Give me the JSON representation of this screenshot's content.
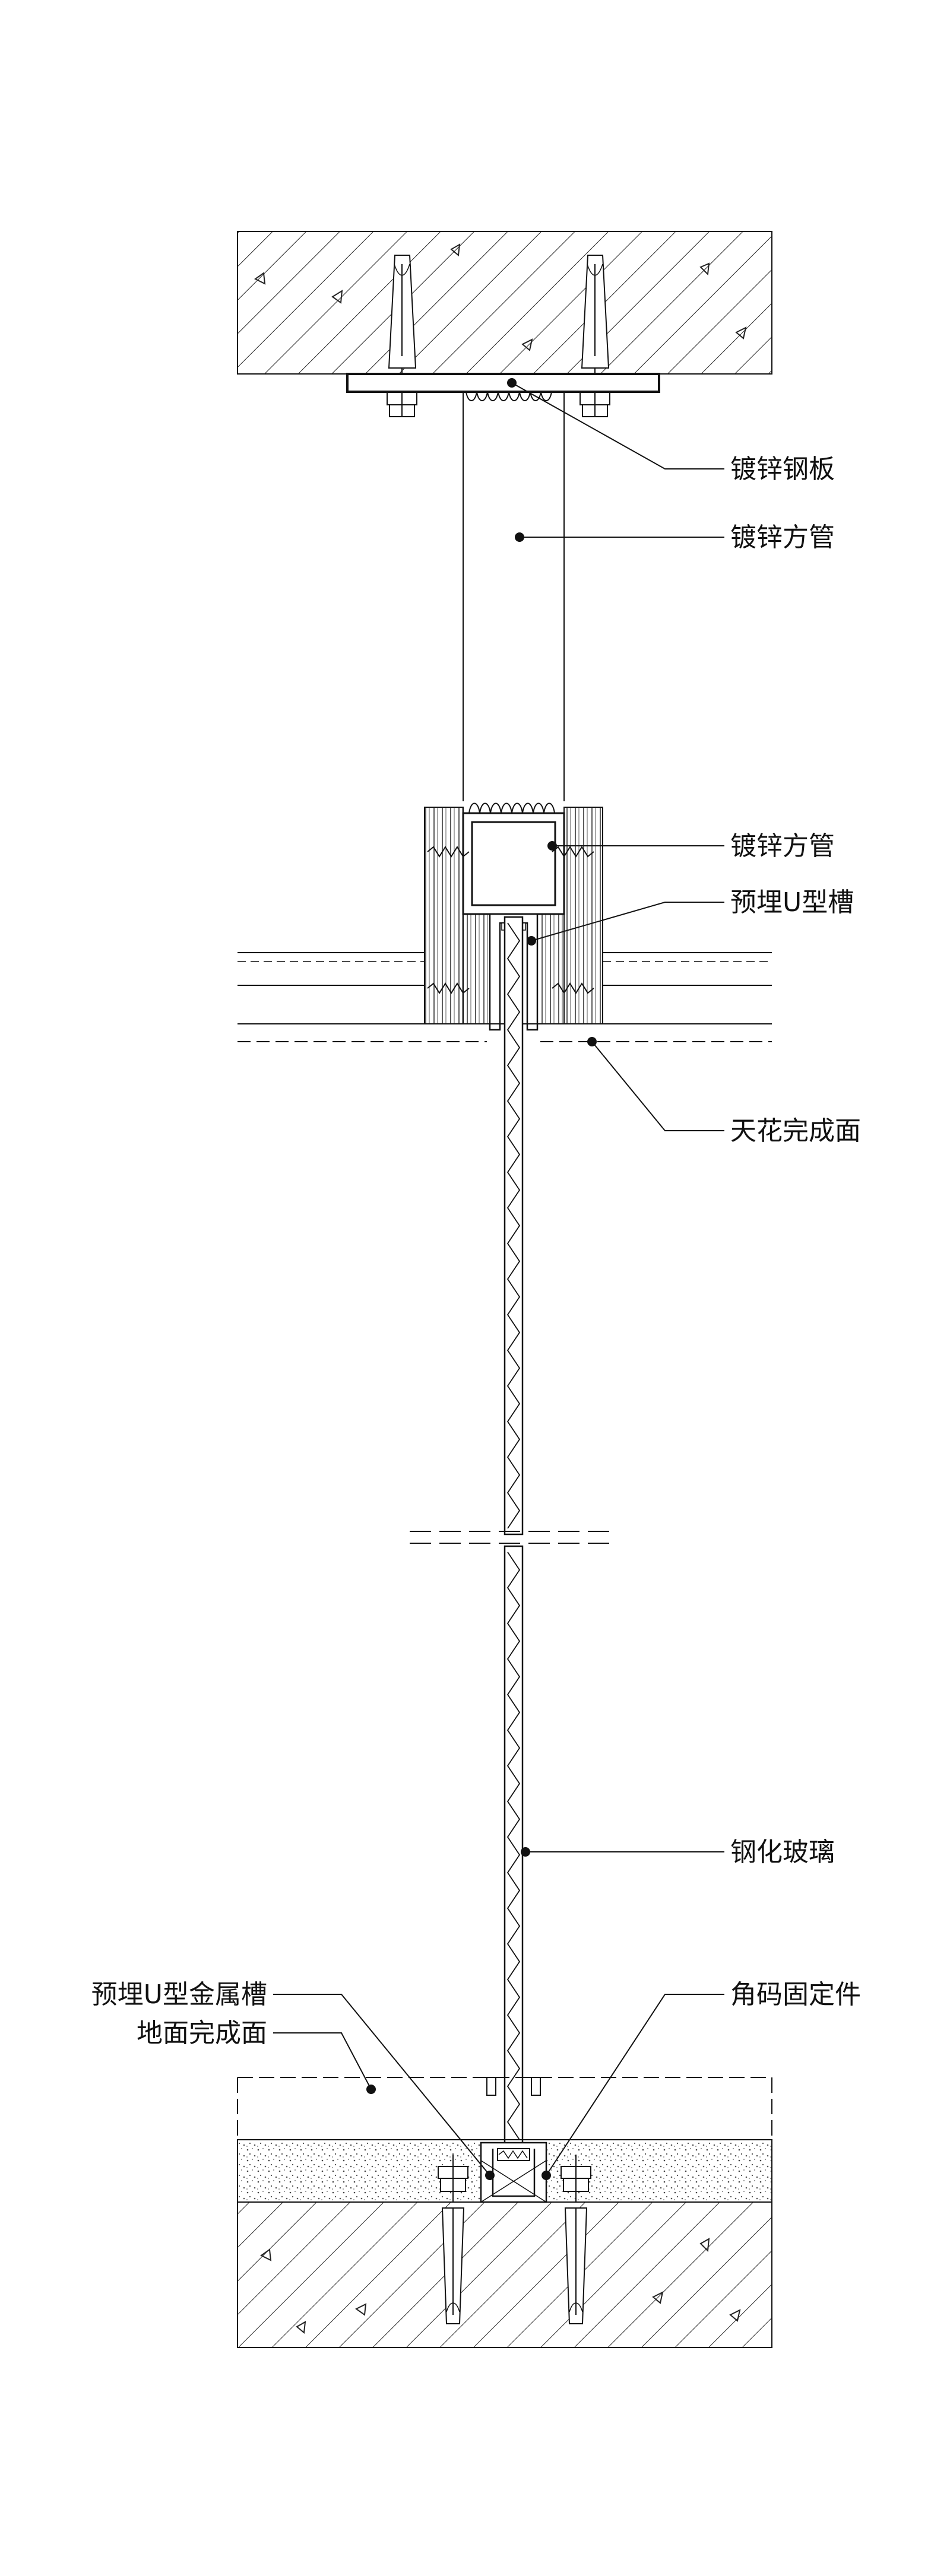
{
  "labels": {
    "galvanized_plate": "镀锌钢板",
    "galvanized_tube_upper": "镀锌方管",
    "galvanized_tube_lower": "镀锌方管",
    "embedded_u_channel": "预埋U型槽",
    "ceiling_finish": "天花完成面",
    "tempered_glass": "钢化玻璃",
    "embedded_u_metal_channel": "预埋U型金属槽",
    "floor_finish": "地面完成面",
    "angle_bracket": "角码固定件"
  },
  "colors": {
    "line": "#111111",
    "background": "#ffffff"
  }
}
